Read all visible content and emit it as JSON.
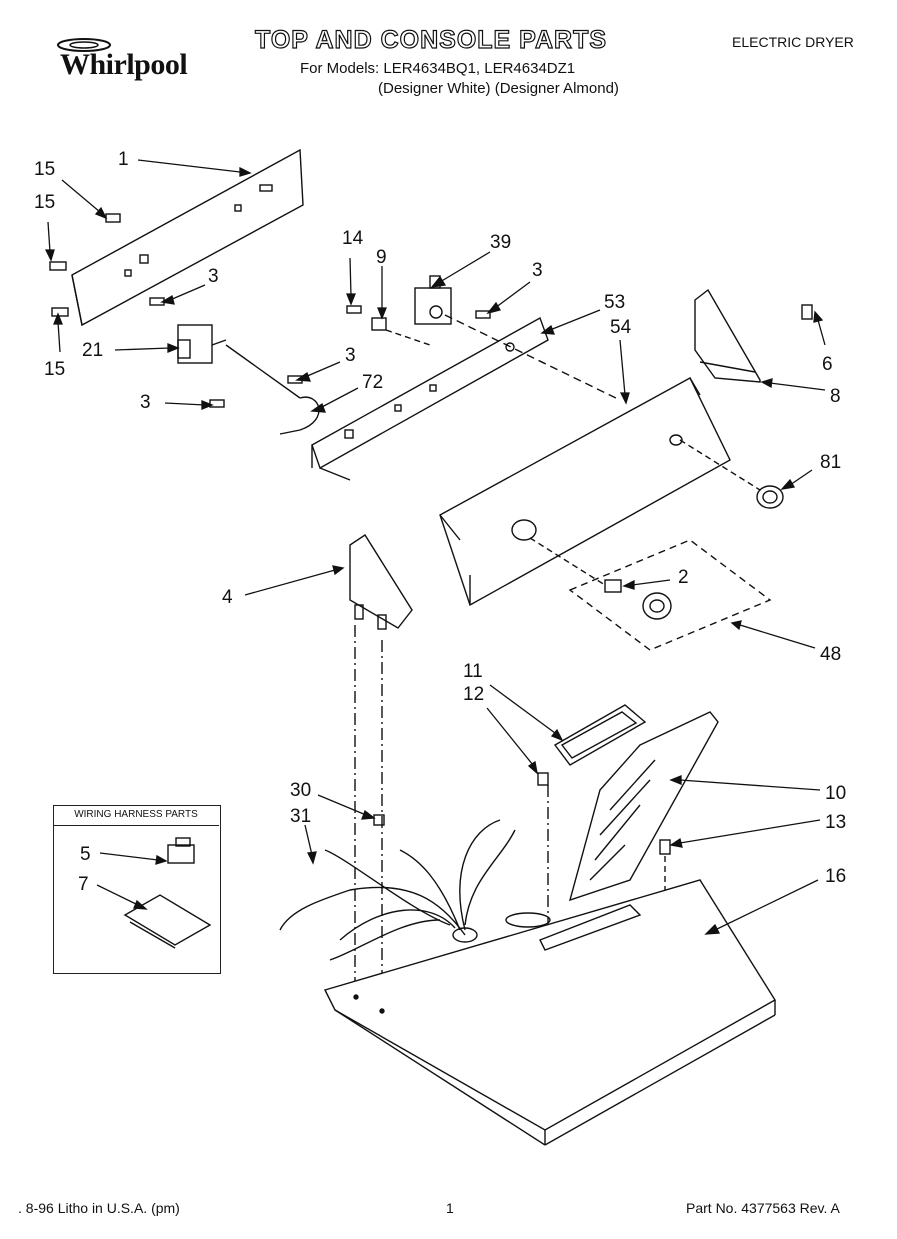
{
  "header": {
    "brand": "Whirlpool",
    "title": "TOP AND CONSOLE PARTS",
    "models_line": "For Models: LER4634BQ1, LER4634DZ1",
    "colors_line": "(Designer White) (Designer Almond)",
    "appliance": "ELECTRIC DRYER"
  },
  "wiring_box": {
    "title": "WIRING HARNESS PARTS"
  },
  "callouts": [
    "1",
    "15",
    "15",
    "15",
    "3",
    "3",
    "3",
    "3",
    "21",
    "72",
    "14",
    "9",
    "39",
    "53",
    "54",
    "6",
    "8",
    "81",
    "4",
    "2",
    "48",
    "11",
    "12",
    "10",
    "13",
    "16",
    "30",
    "31",
    "5",
    "7"
  ],
  "footer": {
    "left": ". 8-96 Litho in U.S.A. (pm)",
    "center": "1",
    "right": "Part No. 4377563 Rev. A"
  }
}
